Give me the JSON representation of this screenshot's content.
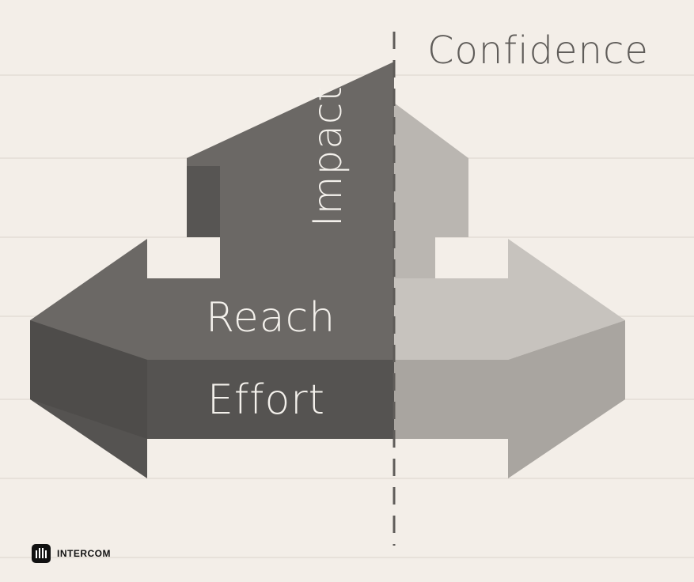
{
  "diagram": {
    "labels": {
      "impact": "Impact",
      "reach": "Reach",
      "effort": "Effort",
      "confidence": "Confidence"
    }
  },
  "brand": {
    "name": "INTERCOM",
    "icon": "intercom-logo-icon"
  },
  "colors": {
    "background": "#f3eee8",
    "dark_shape": "#6b6865",
    "darker_shape": "#4f4d4b",
    "light_shape": "#bab6b1",
    "confidence_text": "#5f5c59"
  }
}
